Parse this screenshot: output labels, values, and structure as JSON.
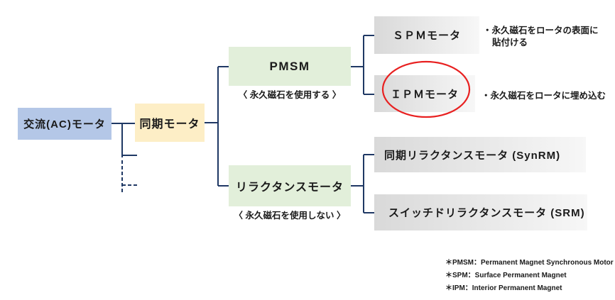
{
  "colors": {
    "connector": "#1f3864",
    "root_box": "#b4c7e7",
    "sync_box": "#fdeec6",
    "branch_box": "#e2efda",
    "leaf_box_left": "#d9d9d9",
    "leaf_box_right": "#f7f7f7",
    "highlight_red": "#e82020",
    "text": "#1a1a1a"
  },
  "nodes": {
    "root": {
      "label": "交流(AC)モータ"
    },
    "sync": {
      "label": "同期モータ"
    },
    "pmsm": {
      "label": "PMSM",
      "note": "〈 永久磁石を使用する 〉"
    },
    "reluctance": {
      "label": "リラクタンスモータ",
      "note": "〈 永久磁石を使用しない 〉"
    },
    "spm": {
      "label": "ＳＰＭモータ",
      "annotation_line1": "・永久磁石をロータの表面に",
      "annotation_line2": "貼付ける"
    },
    "ipm": {
      "label": "ＩＰＭモータ",
      "annotation": "・永久磁石をロータに埋め込む",
      "highlighted": true
    },
    "synrm": {
      "label": "同期リラクタンスモータ (SynRM)"
    },
    "srm": {
      "label": "スイッチドリラクタンスモータ (SRM)"
    }
  },
  "footnotes": [
    "＊PMSM：Permanent Magnet Synchronous Motor",
    "＊SPM：Surface Permanent Magnet",
    "＊IPM：Interior Permanent Magnet"
  ]
}
